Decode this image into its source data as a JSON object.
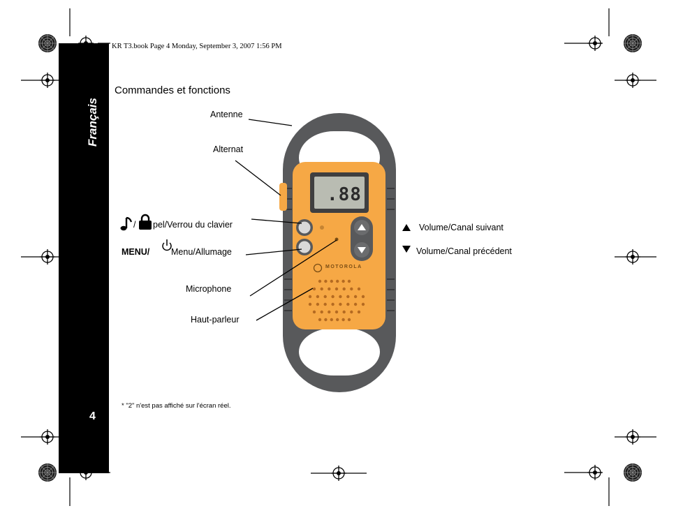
{
  "header": {
    "book_info": "KR T3.book Page 4 Monday, September 3, 2007 1:56 PM"
  },
  "sidebar": {
    "language": "Français",
    "page_number": "4"
  },
  "title": "Commandes et fonctions",
  "labels": {
    "antenne": "Antenne",
    "alternat": "Alternat",
    "appel_sep": "/",
    "appel": "pel/Verrou du clavier",
    "menu_bold": "MENU/",
    "menu": "Menu/Allumage",
    "microphone": "Microphone",
    "haut_parleur": "Haut-parleur",
    "volume_up": "Volume/Canal suivant",
    "volume_down": "Volume/Canal précédent"
  },
  "display": {
    "text": ".88"
  },
  "device": {
    "brand": "MOTOROLA"
  },
  "footnote": "* \"2\" n'est pas affiché sur l'écran réel.",
  "colors": {
    "orange": "#f6a845",
    "gray": "#58595b",
    "black": "#000000"
  }
}
